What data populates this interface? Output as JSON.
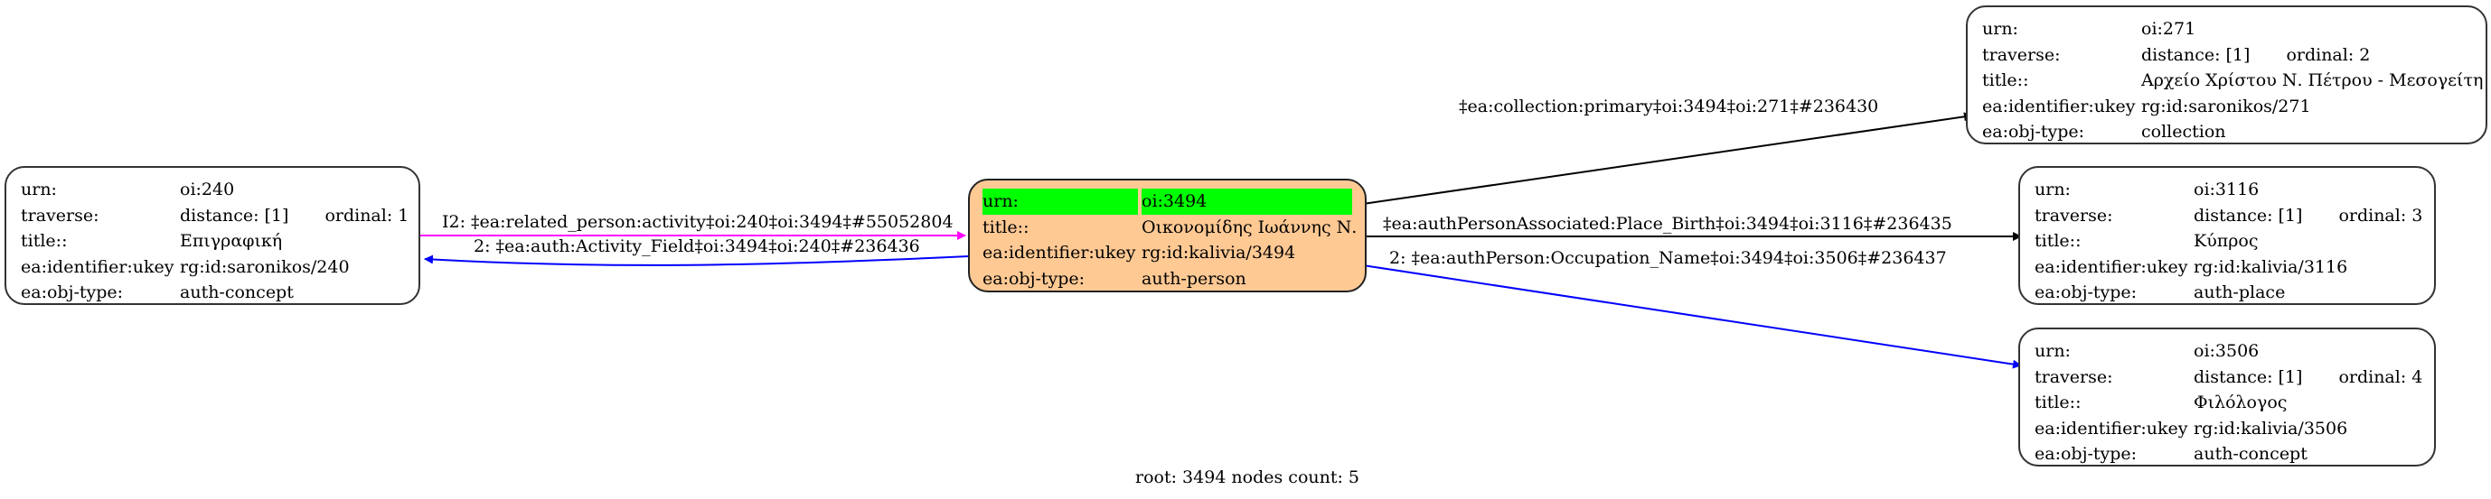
{
  "graph": {
    "footer": "root: 3494 nodes count: 5",
    "colors": {
      "root_fill": "#ffc994",
      "highlight": "#00ff00",
      "edge_default": "#000000",
      "edge_blue": "#0000ff",
      "edge_magenta": "#ff00ff"
    },
    "nodes": {
      "n240": {
        "urn_key": "urn:",
        "urn": "oi:240",
        "traverse_key": "traverse:",
        "distance": "distance: [1]",
        "ordinal": "ordinal: 1",
        "title_key": "title::",
        "title": "Επιγραφική",
        "ukey_key": "ea:identifier:ukey",
        "ukey": "rg:id:saronikos/240",
        "type_key": "ea:obj-type:",
        "type": "auth-concept"
      },
      "n3494": {
        "urn_key": "urn:",
        "urn": "oi:3494",
        "title_key": "title::",
        "title": "Οικονομίδης Ιωάννης Ν.",
        "ukey_key": "ea:identifier:ukey",
        "ukey": "rg:id:kalivia/3494",
        "type_key": "ea:obj-type:",
        "type": "auth-person"
      },
      "n271": {
        "urn_key": "urn:",
        "urn": "oi:271",
        "traverse_key": "traverse:",
        "distance": "distance: [1]",
        "ordinal": "ordinal: 2",
        "title_key": "title::",
        "title": "Αρχείο Χρίστου Ν. Πέτρου - Μεσογείτη",
        "ukey_key": "ea:identifier:ukey",
        "ukey": "rg:id:saronikos/271",
        "type_key": "ea:obj-type:",
        "type": "collection"
      },
      "n3116": {
        "urn_key": "urn:",
        "urn": "oi:3116",
        "traverse_key": "traverse:",
        "distance": "distance: [1]",
        "ordinal": "ordinal: 3",
        "title_key": "title::",
        "title": "Κύπρος",
        "ukey_key": "ea:identifier:ukey",
        "ukey": "rg:id:kalivia/3116",
        "type_key": "ea:obj-type:",
        "type": "auth-place"
      },
      "n3506": {
        "urn_key": "urn:",
        "urn": "oi:3506",
        "traverse_key": "traverse:",
        "distance": "distance: [1]",
        "ordinal": "ordinal: 4",
        "title_key": "title::",
        "title": "Φιλόλογος",
        "ukey_key": "ea:identifier:ukey",
        "ukey": "rg:id:kalivia/3506",
        "type_key": "ea:obj-type:",
        "type": "auth-concept"
      }
    },
    "edges": {
      "e_related_person": {
        "from": "oi:240",
        "to": "oi:3494",
        "color": "#ff00ff",
        "label": "I2: ‡ea:related_person:activity‡oi:240‡oi:3494‡#55052804"
      },
      "e_activity_field": {
        "from": "oi:3494",
        "to": "oi:240",
        "color": "#0000ff",
        "label": "2: ‡ea:auth:Activity_Field‡oi:3494‡oi:240‡#236436"
      },
      "e_collection": {
        "from": "oi:3494",
        "to": "oi:271",
        "color": "#000000",
        "label": "‡ea:collection:primary‡oi:3494‡oi:271‡#236430"
      },
      "e_place_birth": {
        "from": "oi:3494",
        "to": "oi:3116",
        "color": "#000000",
        "label": "‡ea:authPersonAssociated:Place_Birth‡oi:3494‡oi:3116‡#236435"
      },
      "e_occupation": {
        "from": "oi:3494",
        "to": "oi:3506",
        "color": "#0000ff",
        "label": "2: ‡ea:authPerson:Occupation_Name‡oi:3494‡oi:3506‡#236437"
      }
    }
  }
}
